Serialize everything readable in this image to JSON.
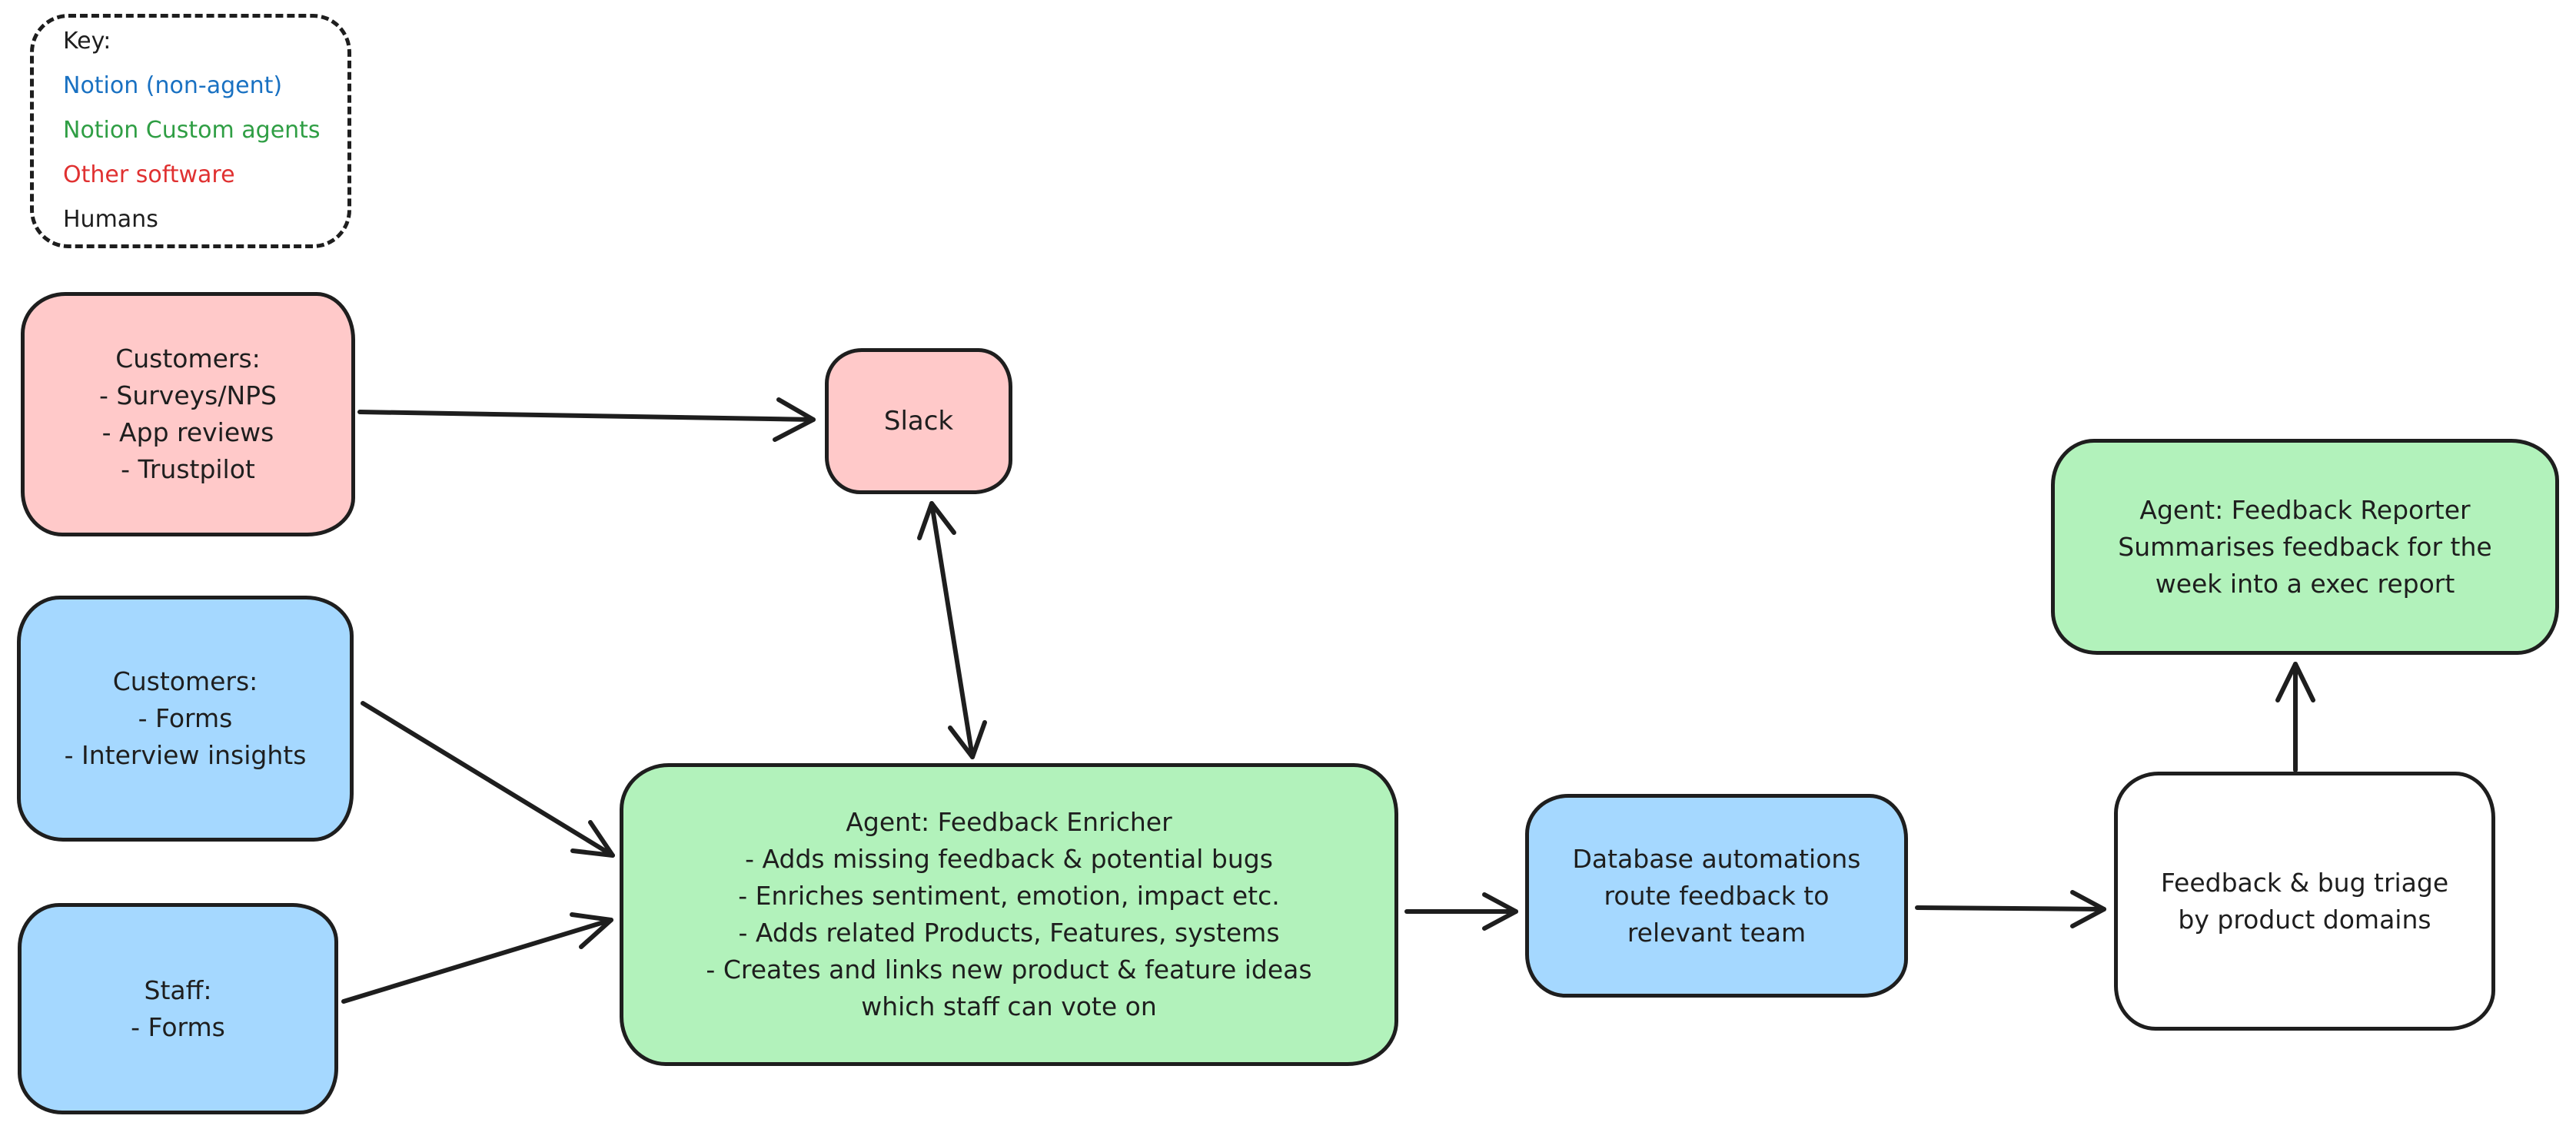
{
  "legend": {
    "title": "Key:",
    "items": [
      {
        "label": "Notion (non-agent)",
        "color": "#1971c2"
      },
      {
        "label": "Notion Custom agents",
        "color": "#2f9e44"
      },
      {
        "label": "Other software",
        "color": "#e03131"
      },
      {
        "label": "Humans",
        "color": "#1e1e1e"
      }
    ]
  },
  "nodes": {
    "customer_sources": {
      "category": "Other software",
      "fill": "#ffc9c9",
      "lines": [
        "Customers:",
        "- Surveys/NPS",
        "- App reviews",
        "- Trustpilot"
      ]
    },
    "slack": {
      "category": "Other software",
      "fill": "#ffc9c9",
      "lines": [
        "Slack"
      ]
    },
    "customer_notion": {
      "category": "Notion (non-agent)",
      "fill": "#a5d8ff",
      "lines": [
        "Customers:",
        "- Forms",
        "- Interview insights"
      ]
    },
    "staff": {
      "category": "Notion (non-agent)",
      "fill": "#a5d8ff",
      "lines": [
        "Staff:",
        "- Forms"
      ]
    },
    "enricher": {
      "category": "Notion Custom agents",
      "fill": "#b2f2bb",
      "lines": [
        "Agent: Feedback Enricher",
        "- Adds missing feedback & potential bugs",
        "- Enriches sentiment, emotion, impact etc.",
        "- Adds related Products, Features, systems",
        "- Creates and links new product & feature ideas",
        "which staff can vote on"
      ]
    },
    "database_automations": {
      "category": "Notion (non-agent)",
      "fill": "#a5d8ff",
      "lines": [
        "Database automations",
        "route feedback to",
        "relevant team"
      ]
    },
    "triage": {
      "category": "Humans",
      "fill": "#ffffff",
      "lines": [
        "Feedback & bug triage",
        "by product domains"
      ]
    },
    "reporter": {
      "category": "Notion Custom agents",
      "fill": "#b2f2bb",
      "lines": [
        "Agent: Feedback Reporter",
        "Summarises feedback for the",
        "week into a exec report"
      ]
    }
  },
  "edges": [
    {
      "from": "customer_sources",
      "to": "slack",
      "bidirectional": false
    },
    {
      "from": "slack",
      "to": "enricher",
      "bidirectional": true
    },
    {
      "from": "customer_notion",
      "to": "enricher",
      "bidirectional": false
    },
    {
      "from": "staff",
      "to": "enricher",
      "bidirectional": false
    },
    {
      "from": "enricher",
      "to": "database_automations",
      "bidirectional": false
    },
    {
      "from": "database_automations",
      "to": "triage",
      "bidirectional": false
    },
    {
      "from": "triage",
      "to": "reporter",
      "bidirectional": false
    }
  ],
  "colors": {
    "stroke": "#1e1e1e",
    "fill_red": "#ffc9c9",
    "fill_blue": "#a5d8ff",
    "fill_green": "#b2f2bb",
    "background": "#ffffff"
  }
}
